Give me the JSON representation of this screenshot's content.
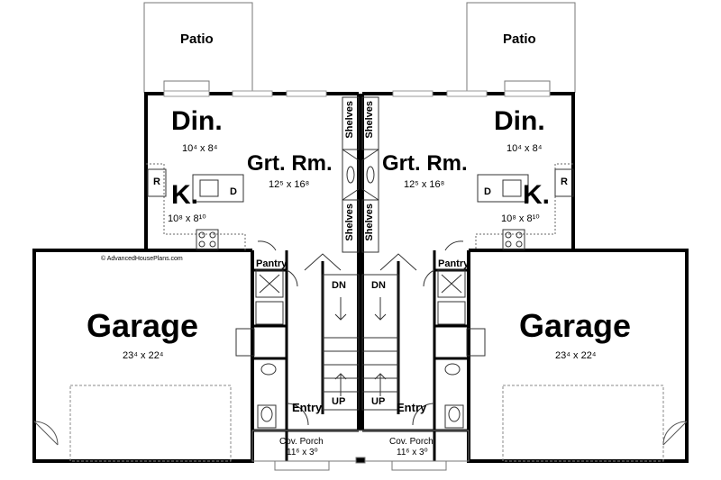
{
  "watermark": "© AdvancedHousePlans.com",
  "rooms": {
    "patio": "Patio",
    "dining": "Din.",
    "dining_dim": "10⁴ x 8⁴",
    "great_room": "Grt. Rm.",
    "great_room_dim": "12⁵ x 16⁸",
    "kitchen": "K.",
    "kitchen_dim": "10⁸ x 8¹⁰",
    "garage": "Garage",
    "garage_dim": "23⁴ x 22⁴",
    "pantry": "Pantry",
    "entry": "Entry",
    "porch": "Cov. Porch",
    "porch_dim": "11⁶ x 3⁰",
    "shelves": "Shelves",
    "down": "DN",
    "up": "UP",
    "refrigerator": "R",
    "dishwasher": "D"
  },
  "colors": {
    "wall": "#000000",
    "line": "#555555",
    "fill": "#ffffff"
  }
}
